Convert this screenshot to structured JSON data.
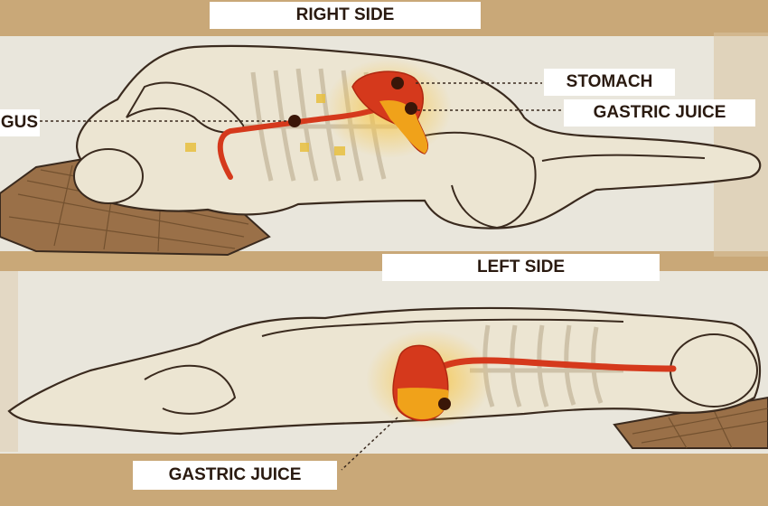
{
  "labels": {
    "right_side": "RIGHT SIDE",
    "stomach": "STOMACH",
    "gastric_juice_top": "GASTRIC JUICE",
    "esophagus_partial": "GUS",
    "left_side": "LEFT SIDE",
    "gastric_juice_bottom": "GASTRIC JUICE"
  },
  "colors": {
    "background_texture": "#c9a878",
    "panel": "#e9e6dc",
    "body_fill": "#ece5d2",
    "body_outline": "#3a2a1e",
    "stomach_red": "#d5391c",
    "stomach_orange": "#f0a21a",
    "gastric_juice": "#3a1608",
    "pillow": "#9a7048"
  }
}
